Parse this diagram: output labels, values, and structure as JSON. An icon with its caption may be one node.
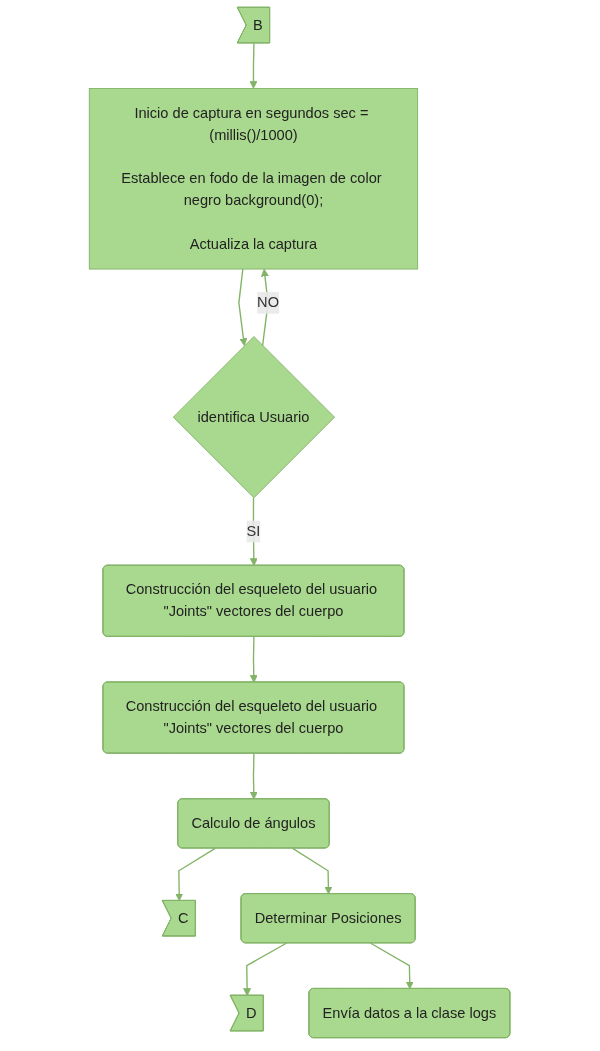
{
  "diagram": {
    "nodes": [
      {
        "text": [
          "B"
        ]
      },
      {
        "text": [
          "Inicio de captura en segundos sec = (millis()/1000)",
          "Establece en fodo de la imagen de color negro background(0);",
          "Actualiza la captura"
        ]
      },
      {
        "text": [
          "identifica Usuario"
        ]
      },
      {
        "text": [
          "Construcción del esqueleto del usuario \"Joints\" vectores del cuerpo"
        ]
      },
      {
        "text": [
          "Construcción del esqueleto del usuario \"Joints\" vectores del cuerpo"
        ]
      },
      {
        "text": [
          "Calculo de ángulos"
        ]
      },
      {
        "text": [
          "C"
        ]
      },
      {
        "text": [
          "Determinar Posiciones"
        ]
      },
      {
        "text": [
          "D"
        ]
      },
      {
        "text": [
          "Envía datos a la clase logs"
        ]
      }
    ],
    "edges": [
      {
        "from": 0,
        "to": 1,
        "arrow": "to"
      },
      {
        "from": 1,
        "to": 2,
        "arrow": "to"
      },
      {
        "from": 2,
        "to": 1,
        "arrow": "to",
        "label": "NO"
      },
      {
        "from": 2,
        "to": 3,
        "arrow": "to",
        "label": "SI"
      },
      {
        "from": 3,
        "to": 4,
        "arrow": "to"
      },
      {
        "from": 4,
        "to": 5,
        "arrow": "to"
      },
      {
        "from": 5,
        "to": 6,
        "arrow": "to"
      },
      {
        "from": 5,
        "to": 7,
        "arrow": "to"
      },
      {
        "from": 7,
        "to": 8,
        "arrow": "to"
      },
      {
        "from": 7,
        "to": 9,
        "arrow": "to"
      }
    ]
  }
}
